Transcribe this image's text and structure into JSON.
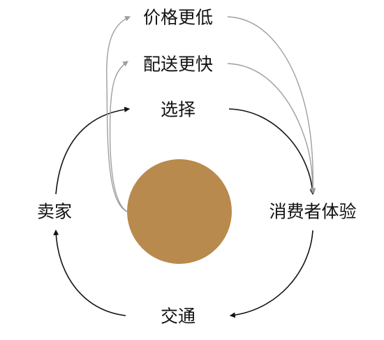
{
  "diagram": {
    "nodes": {
      "price": "价格更低",
      "delivery": "配送更快",
      "choice": "选择",
      "experience": "消费者体验",
      "traffic": "交通",
      "seller": "卖家"
    },
    "colors": {
      "center_circle": "#B98A4D",
      "main_arrow": "#111111",
      "secondary_arrow": "#9E9E9E"
    }
  }
}
